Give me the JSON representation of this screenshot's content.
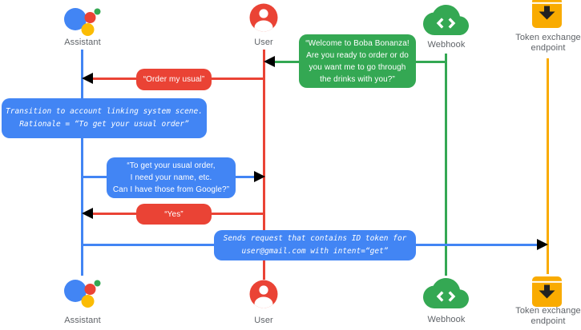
{
  "title": "Account linking sequence diagram",
  "colors": {
    "assistant_blue": "#4285F4",
    "user_red": "#EA4335",
    "webhook_green": "#34A853",
    "token_yellow": "#F9AB00",
    "label_gray": "#5F6368"
  },
  "actors": {
    "assistant": {
      "label": "Assistant",
      "icon": "google-assistant-icon",
      "lifeline_color": "#4285F4"
    },
    "user": {
      "label": "User",
      "icon": "user-icon",
      "lifeline_color": "#EA4335"
    },
    "webhook": {
      "label": "Webhook",
      "icon": "cloud-code-icon",
      "lifeline_color": "#34A853"
    },
    "token": {
      "label": "Token exchange endpoint",
      "icon": "archive-download-icon",
      "lifeline_color": "#F9AB00"
    }
  },
  "messages": {
    "welcome": {
      "from": "webhook",
      "to": "user",
      "color": "#34A853",
      "lines": [
        "“Welcome to Boba Bonanza!",
        "Are you ready to order or do",
        "you want me to go through",
        "the drinks with you?”"
      ]
    },
    "order": {
      "from": "user",
      "to": "assistant",
      "color": "#EA4335",
      "text": "“Order my usual”"
    },
    "note": {
      "on": "assistant",
      "color": "#4285F4",
      "lines": [
        "Transition to account linking system scene.",
        "Rationale = “To get your usual order”"
      ]
    },
    "ask": {
      "from": "assistant",
      "to": "user",
      "color": "#4285F4",
      "lines": [
        "“To get your usual order,",
        "I need your name, etc.",
        "Can I have those from Google?”"
      ]
    },
    "yes": {
      "from": "user",
      "to": "assistant",
      "color": "#EA4335",
      "text": "“Yes”"
    },
    "send": {
      "from": "assistant",
      "to": "token",
      "color": "#4285F4",
      "lines": [
        "Sends request that contains ID token for",
        "user@gmail.com with intent=“get”"
      ]
    }
  }
}
